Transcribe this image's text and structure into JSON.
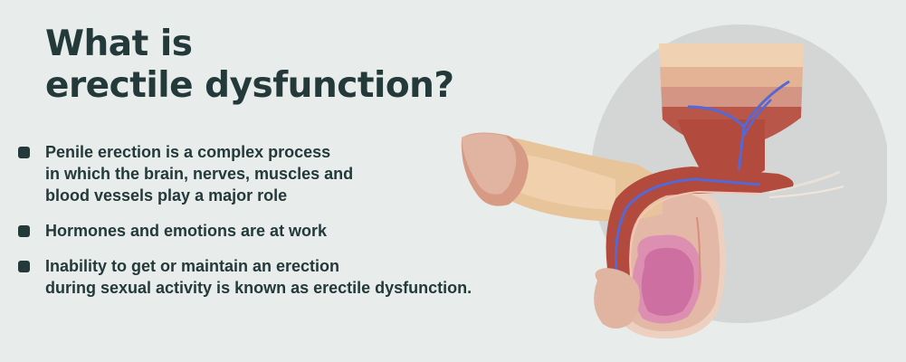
{
  "title": {
    "line1": "What is",
    "line2": "erectile dysfunction?"
  },
  "bullets": [
    {
      "line1": "Penile erection is a complex process",
      "line2": "in which the brain, nerves, muscles and",
      "line3": "blood vessels play a major role"
    },
    {
      "line1": "Hormones and emotions are at work"
    },
    {
      "line1": "Inability to get or maintain an erection",
      "line2": "during sexual activity  is known as erectile dysfunction."
    }
  ],
  "colors": {
    "background": "#e8ecea",
    "text": "#23393a",
    "circle": "#d3d6d5",
    "skin": "#e8c49a",
    "tissue_dark": "#b24a3e",
    "tissue_light": "#e0b4a1",
    "vessel": "#5468d6",
    "testis": "#cd6fa0"
  },
  "illustration": {
    "icon": "anatomy-illustration-icon"
  }
}
